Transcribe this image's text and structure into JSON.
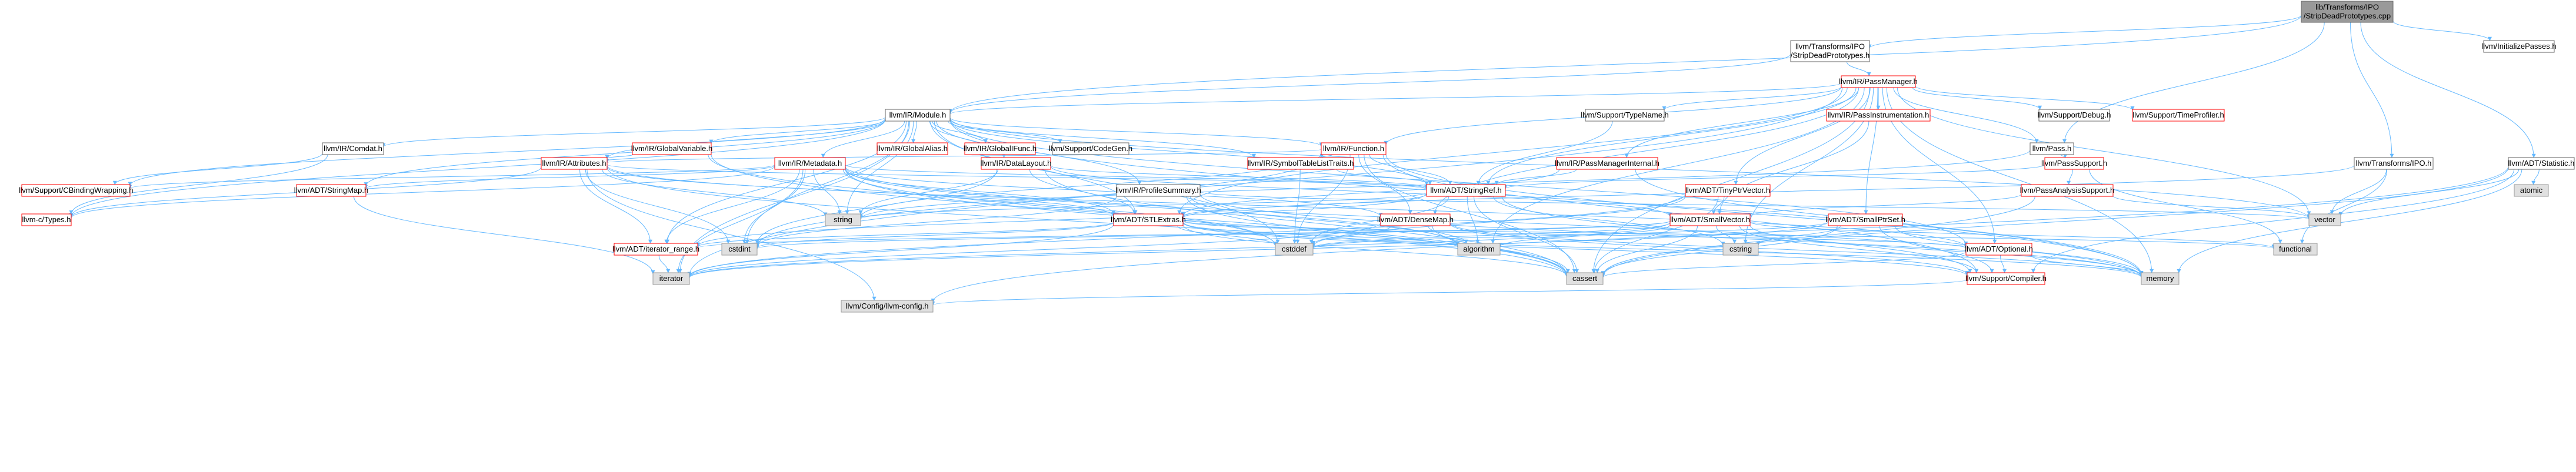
{
  "colors": {
    "edge": "#63b8ff",
    "box_border": "#666666",
    "root_fill": "#999999",
    "root_border": "#666666",
    "node_fill": "#ffffff",
    "red_border": "#ff0000",
    "leaf_fill": "#e0e0e0",
    "leaf_border": "#999999",
    "text": "#000000"
  },
  "nodes": [
    {
      "id": "root",
      "lines": [
        "lib/Transforms/IPO",
        "/StripDeadPrototypes.cpp"
      ],
      "style": "root"
    },
    {
      "id": "sdp",
      "lines": [
        "llvm/Transforms/IPO",
        "/StripDeadPrototypes.h"
      ],
      "style": "plain"
    },
    {
      "id": "initp",
      "lines": [
        "llvm/InitializePasses.h"
      ],
      "style": "plain"
    },
    {
      "id": "passmgr",
      "lines": [
        "llvm/IR/PassManager.h"
      ],
      "style": "red"
    },
    {
      "id": "module",
      "lines": [
        "llvm/IR/Module.h"
      ],
      "style": "plain"
    },
    {
      "id": "typename",
      "lines": [
        "llvm/Support/TypeName.h"
      ],
      "style": "plain"
    },
    {
      "id": "passinstr",
      "lines": [
        "llvm/IR/PassInstrumentation.h"
      ],
      "style": "red"
    },
    {
      "id": "debug",
      "lines": [
        "llvm/Support/Debug.h"
      ],
      "style": "plain"
    },
    {
      "id": "timeprof",
      "lines": [
        "llvm/Support/TimeProfiler.h"
      ],
      "style": "red"
    },
    {
      "id": "galias",
      "lines": [
        "llvm/IR/GlobalAlias.h"
      ],
      "style": "red"
    },
    {
      "id": "gfunc",
      "lines": [
        "llvm/IR/GlobalIFunc.h"
      ],
      "style": "red"
    },
    {
      "id": "codegen",
      "lines": [
        "llvm/Support/CodeGen.h"
      ],
      "style": "plain"
    },
    {
      "id": "gvar",
      "lines": [
        "llvm/IR/GlobalVariable.h"
      ],
      "style": "red"
    },
    {
      "id": "function",
      "lines": [
        "llvm/IR/Function.h"
      ],
      "style": "red"
    },
    {
      "id": "pass",
      "lines": [
        "llvm/Pass.h"
      ],
      "style": "plain"
    },
    {
      "id": "comdat",
      "lines": [
        "llvm/IR/Comdat.h"
      ],
      "style": "plain"
    },
    {
      "id": "attrs",
      "lines": [
        "llvm/IR/Attributes.h"
      ],
      "style": "red"
    },
    {
      "id": "metadata",
      "lines": [
        "llvm/IR/Metadata.h"
      ],
      "style": "red"
    },
    {
      "id": "datalayout",
      "lines": [
        "llvm/IR/DataLayout.h"
      ],
      "style": "red"
    },
    {
      "id": "symtab",
      "lines": [
        "llvm/IR/SymbolTableListTraits.h"
      ],
      "style": "red"
    },
    {
      "id": "pmi",
      "lines": [
        "llvm/IR/PassManagerInternal.h"
      ],
      "style": "red"
    },
    {
      "id": "passsupport",
      "lines": [
        "llvm/PassSupport.h"
      ],
      "style": "red"
    },
    {
      "id": "ipo",
      "lines": [
        "llvm/Transforms/IPO.h"
      ],
      "style": "plain"
    },
    {
      "id": "statistic",
      "lines": [
        "llvm/ADT/Statistic.h"
      ],
      "style": "plain"
    },
    {
      "id": "cbinding",
      "lines": [
        "llvm/Support/CBindingWrapping.h"
      ],
      "style": "red"
    },
    {
      "id": "ctypes",
      "lines": [
        "llvm-c/Types.h"
      ],
      "style": "red"
    },
    {
      "id": "stringmap",
      "lines": [
        "llvm/ADT/StringMap.h"
      ],
      "style": "red"
    },
    {
      "id": "profsum",
      "lines": [
        "llvm/IR/ProfileSummary.h"
      ],
      "style": "plain"
    },
    {
      "id": "stringref",
      "lines": [
        "llvm/ADT/StringRef.h"
      ],
      "style": "red"
    },
    {
      "id": "tinyptr",
      "lines": [
        "llvm/ADT/TinyPtrVector.h"
      ],
      "style": "red"
    },
    {
      "id": "pass_analysis",
      "lines": [
        "llvm/PassAnalysisSupport.h"
      ],
      "style": "red"
    },
    {
      "id": "stlextras",
      "lines": [
        "llvm/ADT/STLExtras.h"
      ],
      "style": "red"
    },
    {
      "id": "densemap",
      "lines": [
        "llvm/ADT/DenseMap.h"
      ],
      "style": "red"
    },
    {
      "id": "smallvector",
      "lines": [
        "llvm/ADT/SmallVector.h"
      ],
      "style": "red"
    },
    {
      "id": "smallptrset",
      "lines": [
        "llvm/ADT/SmallPtrSet.h"
      ],
      "style": "red"
    },
    {
      "id": "iterrange",
      "lines": [
        "llvm/ADT/iterator_range.h"
      ],
      "style": "red"
    },
    {
      "id": "optional",
      "lines": [
        "llvm/ADT/Optional.h"
      ],
      "style": "red"
    },
    {
      "id": "compiler",
      "lines": [
        "llvm/Support/Compiler.h"
      ],
      "style": "red"
    },
    {
      "id": "config",
      "lines": [
        "llvm/Config/llvm-config.h"
      ],
      "style": "leaf"
    },
    {
      "id": "string",
      "lines": [
        "string"
      ],
      "style": "leaf"
    },
    {
      "id": "cstdint",
      "lines": [
        "cstdint"
      ],
      "style": "leaf"
    },
    {
      "id": "cstddef",
      "lines": [
        "cstddef"
      ],
      "style": "leaf"
    },
    {
      "id": "algorithm",
      "lines": [
        "algorithm"
      ],
      "style": "leaf"
    },
    {
      "id": "cstring",
      "lines": [
        "cstring"
      ],
      "style": "leaf"
    },
    {
      "id": "iterator",
      "lines": [
        "iterator"
      ],
      "style": "leaf"
    },
    {
      "id": "cassert",
      "lines": [
        "cassert"
      ],
      "style": "leaf"
    },
    {
      "id": "memory",
      "lines": [
        "memory"
      ],
      "style": "leaf"
    },
    {
      "id": "functional",
      "lines": [
        "functional"
      ],
      "style": "leaf"
    },
    {
      "id": "vector",
      "lines": [
        "vector"
      ],
      "style": "leaf"
    },
    {
      "id": "atomic",
      "lines": [
        "atomic"
      ],
      "style": "leaf"
    }
  ],
  "edges": [
    [
      "root",
      "sdp"
    ],
    [
      "root",
      "initp"
    ],
    [
      "root",
      "module"
    ],
    [
      "root",
      "pass"
    ],
    [
      "root",
      "ipo"
    ],
    [
      "root",
      "statistic"
    ],
    [
      "sdp",
      "passmgr"
    ],
    [
      "sdp",
      "module"
    ],
    [
      "passmgr",
      "module"
    ],
    [
      "passmgr",
      "typename"
    ],
    [
      "passmgr",
      "passinstr"
    ],
    [
      "passmgr",
      "debug"
    ],
    [
      "passmgr",
      "timeprof"
    ],
    [
      "passmgr",
      "function"
    ],
    [
      "passmgr",
      "pmi"
    ],
    [
      "passmgr",
      "stringref"
    ],
    [
      "passmgr",
      "tinyptr"
    ],
    [
      "passmgr",
      "smallptrset"
    ],
    [
      "passmgr",
      "densemap"
    ],
    [
      "passmgr",
      "stlextras"
    ],
    [
      "passmgr",
      "optional"
    ],
    [
      "passmgr",
      "pass"
    ],
    [
      "passmgr",
      "vector"
    ],
    [
      "passmgr",
      "memory"
    ],
    [
      "passmgr",
      "cstring"
    ],
    [
      "passmgr",
      "cassert"
    ],
    [
      "passmgr",
      "iterator"
    ],
    [
      "passmgr",
      "algorithm"
    ],
    [
      "module",
      "galias"
    ],
    [
      "module",
      "gfunc"
    ],
    [
      "module",
      "codegen"
    ],
    [
      "module",
      "gvar"
    ],
    [
      "module",
      "function"
    ],
    [
      "module",
      "comdat"
    ],
    [
      "module",
      "attrs"
    ],
    [
      "module",
      "metadata"
    ],
    [
      "module",
      "datalayout"
    ],
    [
      "module",
      "symtab"
    ],
    [
      "module",
      "profsum"
    ],
    [
      "module",
      "stringmap"
    ],
    [
      "module",
      "cbinding"
    ],
    [
      "module",
      "ctypes"
    ],
    [
      "module",
      "stringref"
    ],
    [
      "module",
      "stlextras"
    ],
    [
      "module",
      "iterrange"
    ],
    [
      "module",
      "string"
    ],
    [
      "module",
      "cstddef"
    ],
    [
      "module",
      "cstdint"
    ],
    [
      "module",
      "iterator"
    ],
    [
      "module",
      "memory"
    ],
    [
      "module",
      "vector"
    ],
    [
      "module",
      "optional"
    ],
    [
      "typename",
      "stringref"
    ],
    [
      "passinstr",
      "smallvector"
    ],
    [
      "gvar",
      "attrs"
    ],
    [
      "gvar",
      "cassert"
    ],
    [
      "gvar",
      "cstddef"
    ],
    [
      "function",
      "attrs"
    ],
    [
      "function",
      "stringref"
    ],
    [
      "function",
      "symtab"
    ],
    [
      "function",
      "densemap"
    ],
    [
      "function",
      "cassert"
    ],
    [
      "function",
      "cstddef"
    ],
    [
      "function",
      "cstdint"
    ],
    [
      "function",
      "memory"
    ],
    [
      "function",
      "string"
    ],
    [
      "function",
      "compiler"
    ],
    [
      "pass",
      "passsupport"
    ],
    [
      "pass",
      "string"
    ],
    [
      "comdat",
      "cbinding"
    ],
    [
      "comdat",
      "ctypes"
    ],
    [
      "attrs",
      "ctypes"
    ],
    [
      "attrs",
      "stlextras"
    ],
    [
      "attrs",
      "stringref"
    ],
    [
      "attrs",
      "iterrange"
    ],
    [
      "attrs",
      "string"
    ],
    [
      "attrs",
      "cassert"
    ],
    [
      "attrs",
      "cstdint"
    ],
    [
      "attrs",
      "config"
    ],
    [
      "attrs",
      "optional"
    ],
    [
      "metadata",
      "stringmap"
    ],
    [
      "metadata",
      "densemap"
    ],
    [
      "metadata",
      "stringref"
    ],
    [
      "metadata",
      "iterrange"
    ],
    [
      "metadata",
      "cassert"
    ],
    [
      "metadata",
      "cstddef"
    ],
    [
      "metadata",
      "cstdint"
    ],
    [
      "metadata",
      "iterator"
    ],
    [
      "metadata",
      "memory"
    ],
    [
      "metadata",
      "string"
    ],
    [
      "metadata",
      "algorithm"
    ],
    [
      "metadata",
      "stlextras"
    ],
    [
      "metadata",
      "cbinding"
    ],
    [
      "metadata",
      "ctypes"
    ],
    [
      "datalayout",
      "stringref"
    ],
    [
      "datalayout",
      "smallvector"
    ],
    [
      "datalayout",
      "cassert"
    ],
    [
      "datalayout",
      "cstdint"
    ],
    [
      "datalayout",
      "string"
    ],
    [
      "datalayout",
      "stlextras"
    ],
    [
      "symtab",
      "cstddef"
    ],
    [
      "symtab",
      "stringref"
    ],
    [
      "pmi",
      "stringref"
    ],
    [
      "pmi",
      "stlextras"
    ],
    [
      "pmi",
      "memory"
    ],
    [
      "passsupport",
      "pass_analysis"
    ],
    [
      "passsupport",
      "functional"
    ],
    [
      "passsupport",
      "stringref"
    ],
    [
      "ipo",
      "functional"
    ],
    [
      "ipo",
      "vector"
    ],
    [
      "ipo",
      "stlextras"
    ],
    [
      "statistic",
      "atomic"
    ],
    [
      "statistic",
      "memory"
    ],
    [
      "statistic",
      "vector"
    ],
    [
      "statistic",
      "compiler"
    ],
    [
      "statistic",
      "config"
    ],
    [
      "statistic",
      "cassert"
    ],
    [
      "stringmap",
      "iterator"
    ],
    [
      "profsum",
      "algorithm"
    ],
    [
      "profsum",
      "cassert"
    ],
    [
      "profsum",
      "cstdint"
    ],
    [
      "profsum",
      "memory"
    ],
    [
      "profsum",
      "vector"
    ],
    [
      "stringref",
      "stlextras"
    ],
    [
      "stringref",
      "iterrange"
    ],
    [
      "stringref",
      "compiler"
    ],
    [
      "stringref",
      "algorithm"
    ],
    [
      "stringref",
      "cassert"
    ],
    [
      "stringref",
      "cstddef"
    ],
    [
      "stringref",
      "cstring"
    ],
    [
      "stringref",
      "string"
    ],
    [
      "tinyptr",
      "smallvector"
    ],
    [
      "tinyptr",
      "cassert"
    ],
    [
      "tinyptr",
      "cstddef"
    ],
    [
      "tinyptr",
      "iterator"
    ],
    [
      "pass_analysis",
      "smallvector"
    ],
    [
      "pass_analysis",
      "cassert"
    ],
    [
      "pass_analysis",
      "vector"
    ],
    [
      "stlextras",
      "iterrange"
    ],
    [
      "stlextras",
      "optional"
    ],
    [
      "stlextras",
      "compiler"
    ],
    [
      "stlextras",
      "algorithm"
    ],
    [
      "stlextras",
      "cassert"
    ],
    [
      "stlextras",
      "cstddef"
    ],
    [
      "stlextras",
      "cstdint"
    ],
    [
      "stlextras",
      "functional"
    ],
    [
      "stlextras",
      "iterator"
    ],
    [
      "stlextras",
      "memory"
    ],
    [
      "densemap",
      "compiler"
    ],
    [
      "densemap",
      "algorithm"
    ],
    [
      "densemap",
      "cassert"
    ],
    [
      "densemap",
      "cstddef"
    ],
    [
      "densemap",
      "iterator"
    ],
    [
      "densemap",
      "memory"
    ],
    [
      "smallvector",
      "iterrange"
    ],
    [
      "smallvector",
      "compiler"
    ],
    [
      "smallvector",
      "algorithm"
    ],
    [
      "smallvector",
      "cassert"
    ],
    [
      "smallvector",
      "cstddef"
    ],
    [
      "smallvector",
      "cstdint"
    ],
    [
      "smallvector",
      "cstring"
    ],
    [
      "smallvector",
      "functional"
    ],
    [
      "smallvector",
      "iterator"
    ],
    [
      "smallvector",
      "memory"
    ],
    [
      "smallptrset",
      "compiler"
    ],
    [
      "smallptrset",
      "cassert"
    ],
    [
      "smallptrset",
      "cstddef"
    ],
    [
      "smallptrset",
      "cstring"
    ],
    [
      "smallptrset",
      "iterator"
    ],
    [
      "smallptrset",
      "memory"
    ],
    [
      "iterrange",
      "iterator"
    ],
    [
      "optional",
      "compiler"
    ],
    [
      "optional",
      "cassert"
    ],
    [
      "optional",
      "memory"
    ],
    [
      "compiler",
      "config"
    ]
  ]
}
